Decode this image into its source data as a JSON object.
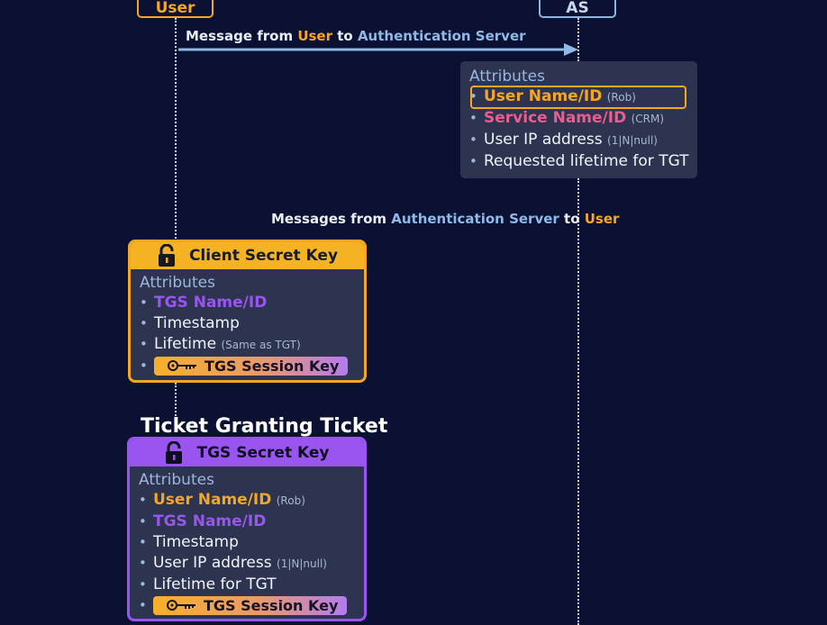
{
  "actors": {
    "user": "User",
    "as": "AS"
  },
  "message1": {
    "prefix": "Message from",
    "from": "User",
    "to_word": "to",
    "target": "Authentication Server"
  },
  "attributes_panel": {
    "title": "Attributes",
    "items": [
      {
        "label": "User Name/ID",
        "note": "(Rob)"
      },
      {
        "label": "Service Name/ID",
        "note": "(CRM)"
      },
      {
        "label": "User IP address",
        "note": "(1|N|null)"
      },
      {
        "label": "Requested lifetime for TGT",
        "note": ""
      }
    ]
  },
  "message2": {
    "prefix": "Messages from",
    "from": "Authentication Server",
    "to_word": "to",
    "target": "User"
  },
  "client_card": {
    "header": "Client Secret Key",
    "title": "Attributes",
    "items": [
      {
        "label": "TGS Name/ID",
        "note": ""
      },
      {
        "label": "Timestamp",
        "note": ""
      },
      {
        "label": "Lifetime",
        "note": "(Same as TGT)"
      }
    ],
    "session_key": "TGS Session Key"
  },
  "tgt": {
    "title": "Ticket Granting Ticket",
    "header": "TGS Secret Key",
    "attr_title": "Attributes",
    "items": [
      {
        "label": "User Name/ID",
        "note": "(Rob)"
      },
      {
        "label": "TGS Name/ID",
        "note": ""
      },
      {
        "label": "Timestamp",
        "note": ""
      },
      {
        "label": "User IP address",
        "note": "(1|N|null)"
      },
      {
        "label": "Lifetime for TGT",
        "note": ""
      }
    ],
    "session_key": "TGS Session Key"
  },
  "colors": {
    "background": "#0a1133",
    "user": "#f5a623",
    "as": "#8fb9e6",
    "service": "#ee5b8c",
    "tgs": "#9a55f0",
    "panel": "#2d3450"
  }
}
